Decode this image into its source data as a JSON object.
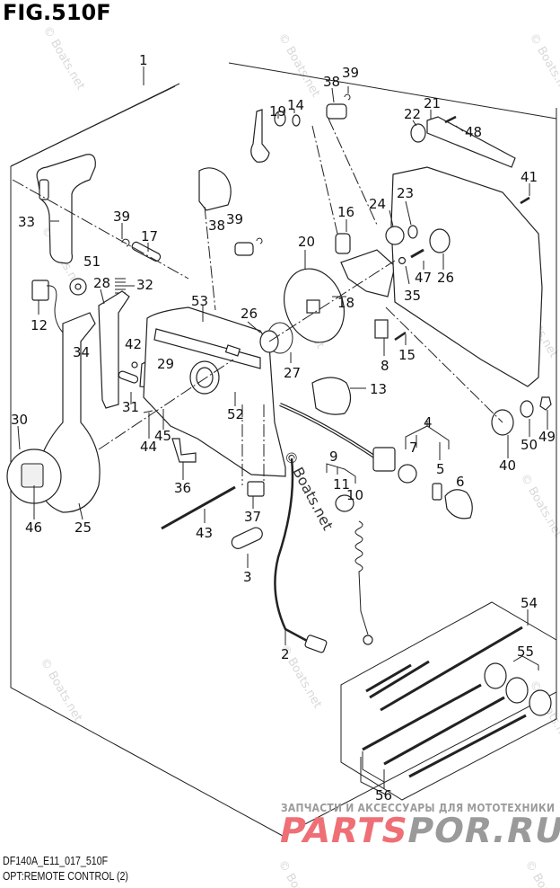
{
  "figure": {
    "title": "FIG.510F",
    "model_code": "DF140A_E11_017_510F",
    "caption": "OPT:REMOTE CONTROL (2)"
  },
  "watermarks": {
    "site": "© Boats.net",
    "shop_tagline": "ЗАПЧАСТИ И АКСЕССУАРЫ ДЛЯ МОТОТЕХНИКИ",
    "shop_logo_part1": "PARTS",
    "shop_logo_part2": "POR.RU",
    "brand_color": "#ef6f76"
  },
  "callouts": [
    {
      "id": "1",
      "label": "1"
    },
    {
      "id": "2",
      "label": "2"
    },
    {
      "id": "3",
      "label": "3"
    },
    {
      "id": "4",
      "label": "4"
    },
    {
      "id": "5",
      "label": "5"
    },
    {
      "id": "6",
      "label": "6"
    },
    {
      "id": "7",
      "label": "7"
    },
    {
      "id": "8",
      "label": "8"
    },
    {
      "id": "9",
      "label": "9"
    },
    {
      "id": "10",
      "label": "10"
    },
    {
      "id": "11",
      "label": "11"
    },
    {
      "id": "12",
      "label": "12"
    },
    {
      "id": "13",
      "label": "13"
    },
    {
      "id": "14",
      "label": "14"
    },
    {
      "id": "15",
      "label": "15"
    },
    {
      "id": "16",
      "label": "16"
    },
    {
      "id": "17",
      "label": "17"
    },
    {
      "id": "18",
      "label": "18"
    },
    {
      "id": "19",
      "label": "19"
    },
    {
      "id": "20",
      "label": "20"
    },
    {
      "id": "21",
      "label": "21"
    },
    {
      "id": "22",
      "label": "22"
    },
    {
      "id": "23",
      "label": "23"
    },
    {
      "id": "24",
      "label": "24"
    },
    {
      "id": "25",
      "label": "25"
    },
    {
      "id": "26a",
      "label": "26"
    },
    {
      "id": "26b",
      "label": "26"
    },
    {
      "id": "27",
      "label": "27"
    },
    {
      "id": "28",
      "label": "28"
    },
    {
      "id": "29",
      "label": "29"
    },
    {
      "id": "30",
      "label": "30"
    },
    {
      "id": "31",
      "label": "31"
    },
    {
      "id": "32",
      "label": "32"
    },
    {
      "id": "33",
      "label": "33"
    },
    {
      "id": "34",
      "label": "34"
    },
    {
      "id": "35",
      "label": "35"
    },
    {
      "id": "36",
      "label": "36"
    },
    {
      "id": "37",
      "label": "37"
    },
    {
      "id": "38a",
      "label": "38"
    },
    {
      "id": "38b",
      "label": "38"
    },
    {
      "id": "39a",
      "label": "39"
    },
    {
      "id": "39b",
      "label": "39"
    },
    {
      "id": "39c",
      "label": "39"
    },
    {
      "id": "40",
      "label": "40"
    },
    {
      "id": "41",
      "label": "41"
    },
    {
      "id": "42",
      "label": "42"
    },
    {
      "id": "43",
      "label": "43"
    },
    {
      "id": "44",
      "label": "44"
    },
    {
      "id": "45",
      "label": "45"
    },
    {
      "id": "46",
      "label": "46"
    },
    {
      "id": "47",
      "label": "47"
    },
    {
      "id": "48",
      "label": "48"
    },
    {
      "id": "49",
      "label": "49"
    },
    {
      "id": "50",
      "label": "50"
    },
    {
      "id": "51",
      "label": "51"
    },
    {
      "id": "52",
      "label": "52"
    },
    {
      "id": "53",
      "label": "53"
    },
    {
      "id": "54",
      "label": "54"
    },
    {
      "id": "55",
      "label": "55"
    },
    {
      "id": "56",
      "label": "56"
    }
  ]
}
